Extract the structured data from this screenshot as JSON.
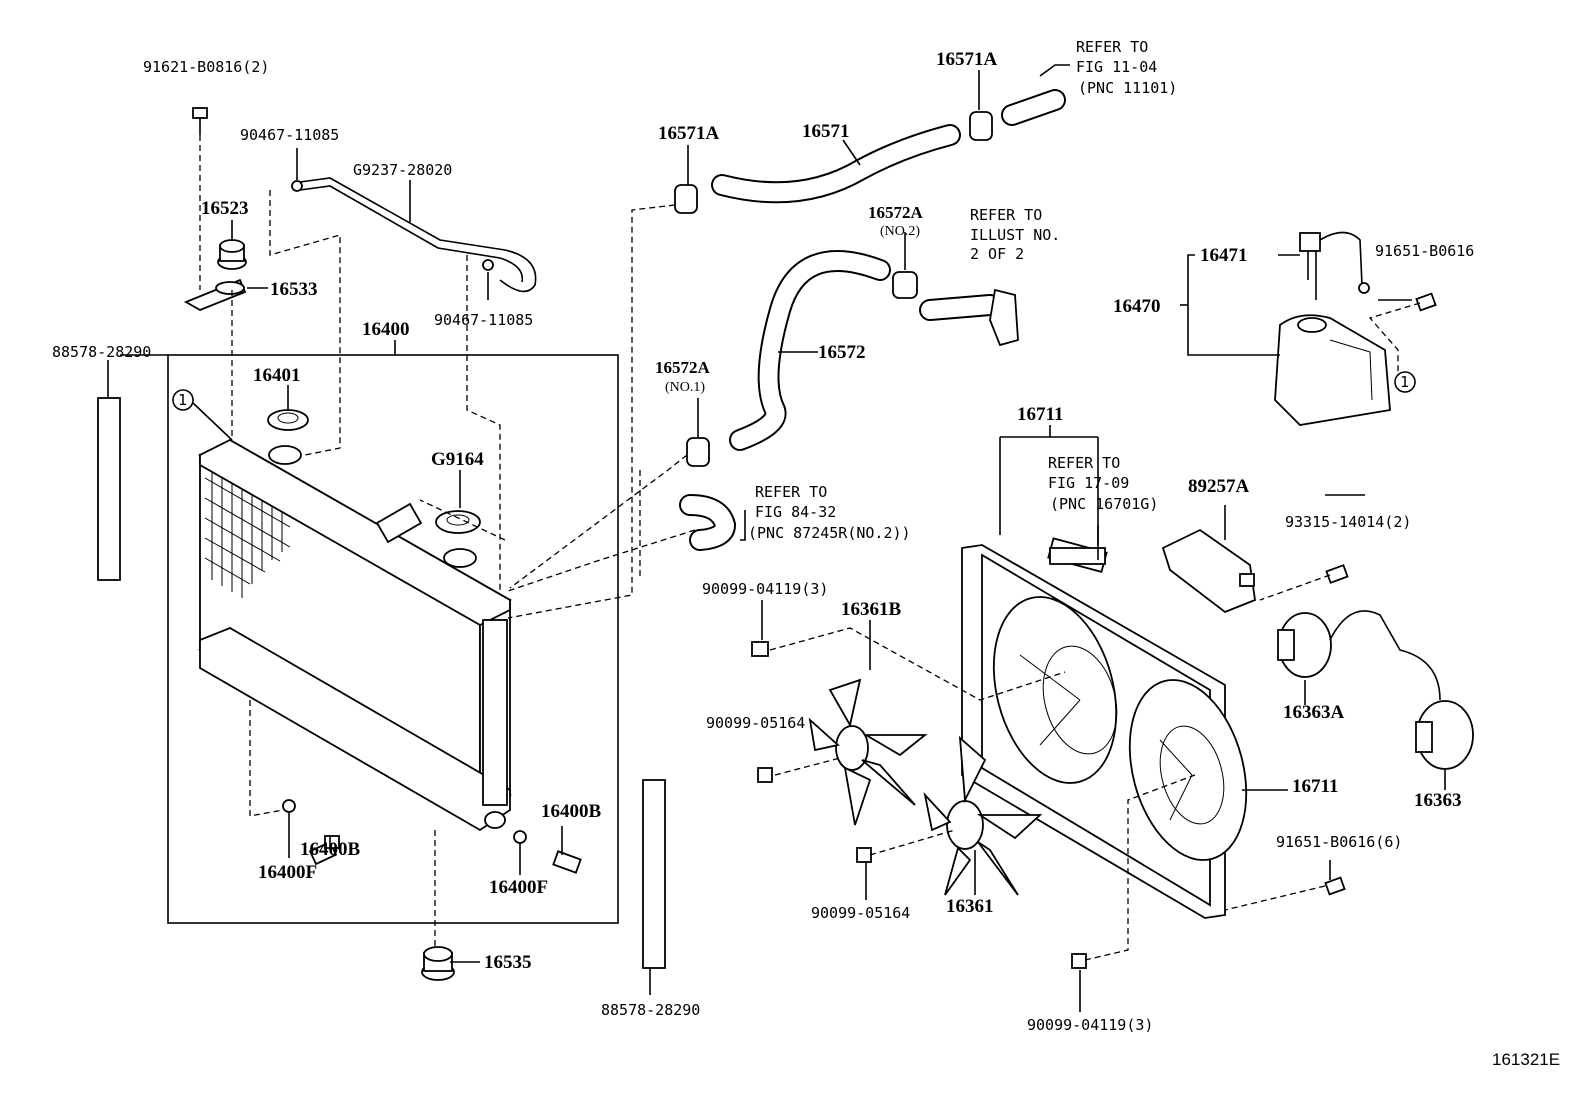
{
  "labels": {
    "l_91621": "91621-B0816(2)",
    "l_90467a": "90467-11085",
    "l_g9237": "G9237-28020",
    "l_16523": "16523",
    "l_16533": "16533",
    "l_90467b": "90467-11085",
    "l_88578a": "88578-28290",
    "l_16400": "16400",
    "l_16401": "16401",
    "l_g9164": "G9164",
    "l_16400b_a": "16400B",
    "l_16400f_a": "16400F",
    "l_16400b_b": "16400B",
    "l_16400f_b": "16400F",
    "l_16535": "16535",
    "l_88578b": "88578-28290",
    "l_16571a_a": "16571A",
    "l_16571": "16571",
    "l_16571a_b": "16571A",
    "l_16572a_a": "16572A",
    "l_no2": "(NO.2)",
    "l_16572": "16572",
    "l_16572a_b": "16572A",
    "l_no1": "(NO.1)",
    "l_16471": "16471",
    "l_91651a": "91651-B0616",
    "l_16470": "16470",
    "l_16711a": "16711",
    "l_89257a": "89257A",
    "l_93315": "93315-14014(2)",
    "l_90099_3a": "90099-04119(3)",
    "l_16361b": "16361B",
    "l_90099_05a": "90099-05164",
    "l_16363a": "16363A",
    "l_16363": "16363",
    "l_16711b": "16711",
    "l_91651b": "91651-B0616(6)",
    "l_90099_05b": "90099-05164",
    "l_16361": "16361",
    "l_90099_3b": "90099-04119(3)",
    "circle_1": "1"
  },
  "refs": {
    "r1": [
      "REFER TO",
      "FIG 11-04",
      "(PNC 11101)"
    ],
    "r2": [
      "REFER TO",
      "ILLUST NO.",
      "2 OF 2"
    ],
    "r3": [
      "REFER TO",
      "FIG 84-32",
      "(PNC 87245R(NO.2))"
    ],
    "r4": [
      "REFER TO",
      "FIG 17-09",
      "(PNC 16701G)"
    ]
  },
  "figure_id": "161321E"
}
